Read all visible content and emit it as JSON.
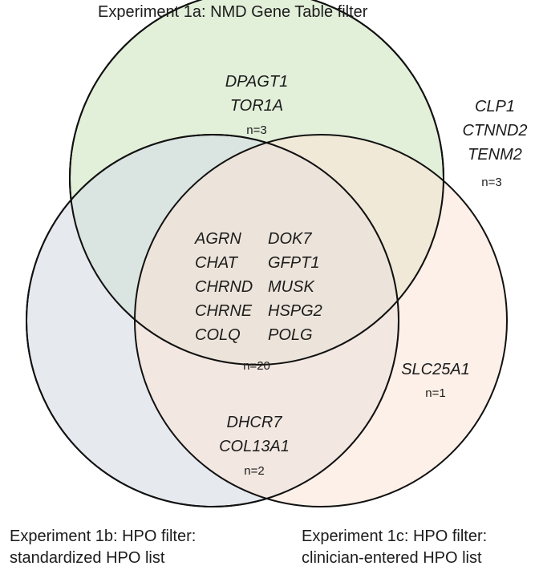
{
  "sets": {
    "a": {
      "label": "Experiment 1a: NMD Gene Table filter",
      "color": "#e2efd9"
    },
    "b": {
      "label_line1": "Experiment 1b: HPO filter:",
      "label_line2": "standardized HPO list",
      "color": "#d6dce4"
    },
    "c": {
      "label_line1": "Experiment 1c: HPO filter:",
      "label_line2": "clinician-entered HPO list",
      "color": "#fbe4d5"
    }
  },
  "regions": {
    "a_only": {
      "genes": [
        "DPAGT1",
        "TOR1A"
      ],
      "count": "n=3"
    },
    "outside": {
      "genes": [
        "CLP1",
        "CTNND2",
        "TENM2"
      ],
      "count": "n=3"
    },
    "all_three": {
      "genes_col1": [
        "AGRN",
        "CHAT",
        "CHRND",
        "CHRNE",
        "COLQ"
      ],
      "genes_col2": [
        "DOK7",
        "GFPT1",
        "MUSK",
        "HSPG2",
        "POLG"
      ],
      "count": "n=20"
    },
    "c_only": {
      "genes": [
        "SLC25A1"
      ],
      "count": "n=1"
    },
    "b_c": {
      "genes": [
        "DHCR7",
        "COL13A1"
      ],
      "count": "n=2"
    }
  }
}
